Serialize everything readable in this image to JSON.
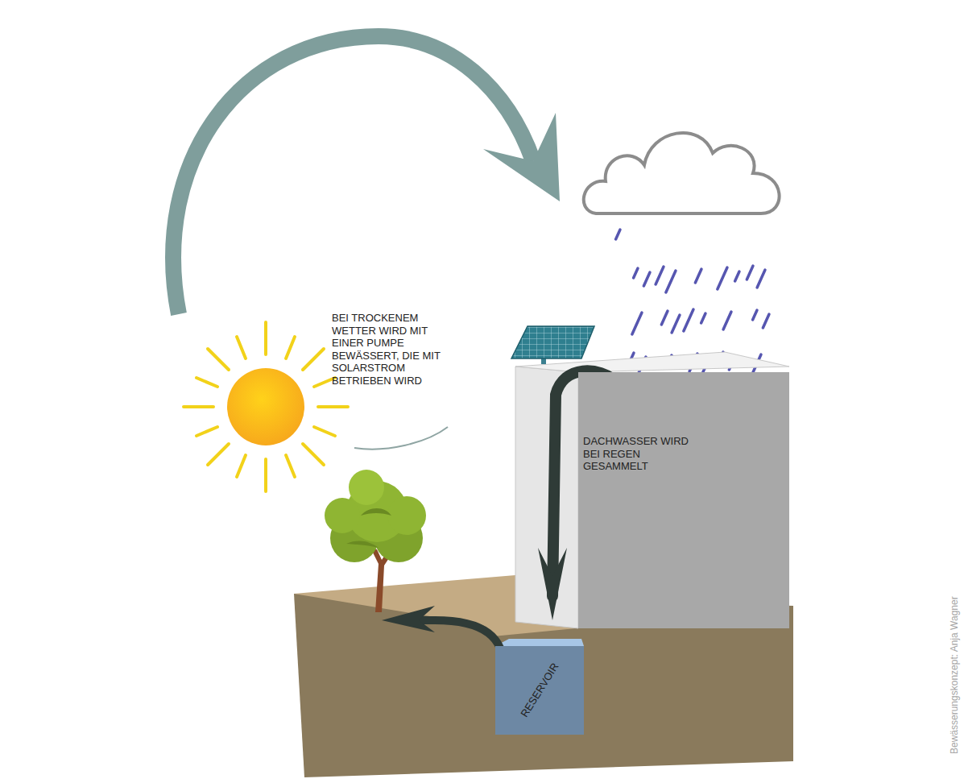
{
  "diagram": {
    "nodes": [
      {
        "text": [
          "DACHWASSER WIRD BEI REGEN GESAMMELT"
        ]
      },
      {
        "text": [
          "RESERVOIR"
        ]
      }
    ],
    "labels": [
      "BEI TROCKENEM WETTER WIRD MIT EINER PUMPE BEWÄSSERT, DIE MIT SOLARSTROM BETRIEBEN WIRD",
      "Bewässerungskonzept: Anja Wagner"
    ]
  }
}
